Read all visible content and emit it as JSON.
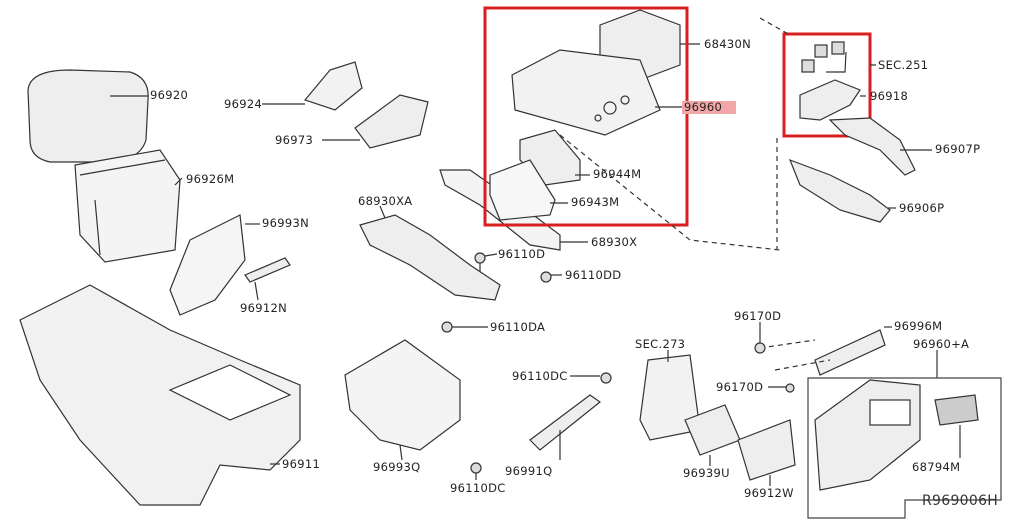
{
  "labels": {
    "p96920": "96920",
    "p96924": "96924",
    "p96973": "96973",
    "p96926M": "96926M",
    "p96993N": "96993N",
    "p96912N": "96912N",
    "p68930XA": "68930XA",
    "p96110D": "96110D",
    "p96110DD": "96110DD",
    "p68930X": "68930X",
    "p68430N": "68430N",
    "p96960": "96960",
    "p96944M": "96944M",
    "p96943M": "96943M",
    "sec251": "SEC.251",
    "p96918": "96918",
    "p96907P": "96907P",
    "p96906P": "96906P",
    "p96110DA": "96110DA",
    "p96170D_top": "96170D",
    "p96996M": "96996M",
    "p96960A": "96960+A",
    "sec273": "SEC.273",
    "p96110DC_top": "96110DC",
    "p96170D_mid": "96170D",
    "p96911": "96911",
    "p96993Q": "96993Q",
    "p96991Q": "96991Q",
    "p96939U": "96939U",
    "p96912W": "96912W",
    "p68794M": "68794M",
    "p96110DC_bottom": "96110DC"
  },
  "diagram_ref": "R969006H",
  "highlight_color": "#f2a6a8",
  "callout_color": "#d81e1e"
}
